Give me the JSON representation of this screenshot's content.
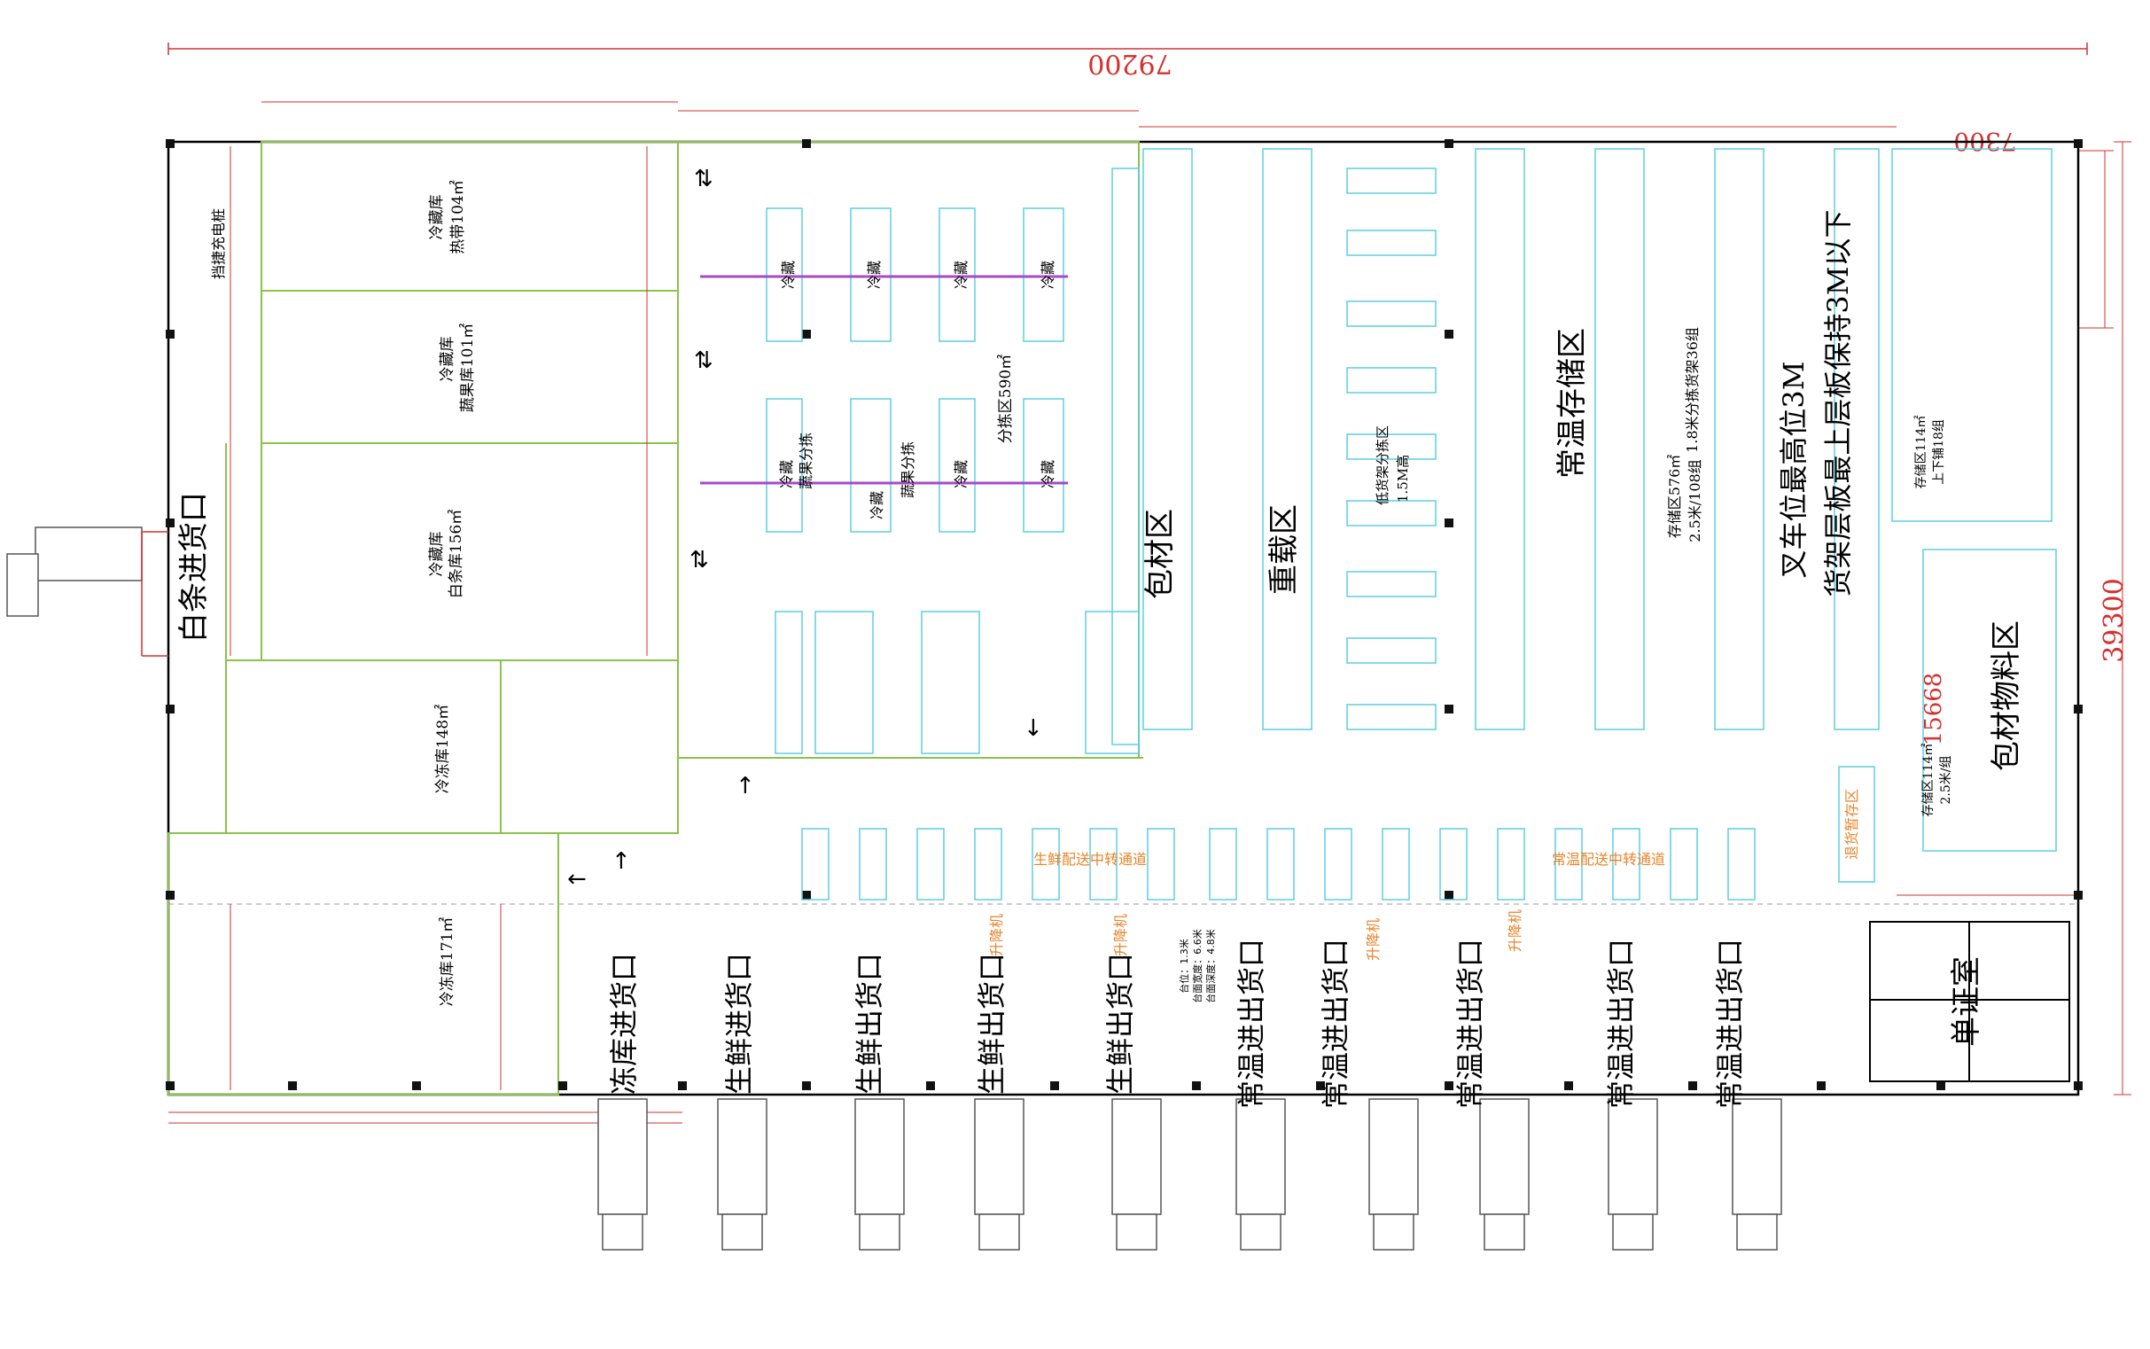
{
  "dimensions": {
    "total_width": "79200",
    "total_height": "39300",
    "right_strip": "7300",
    "right_area_height": "15668"
  },
  "zones": {
    "baitiao_inbound": "白条进货口",
    "mobile_shelves": "挡捷充电桩",
    "cold_storage_1": "冷藏库",
    "cold_storage_1_sub": "热带104㎡",
    "cold_storage_2": "冷藏库",
    "cold_storage_2_sub": "蔬果库101㎡",
    "cold_storage_3": "冷藏库",
    "cold_storage_3_sub": "白条库156㎡",
    "freezer_room": "冷冻库148㎡",
    "freezer_room_2": "冷冻库171㎡",
    "sorting_area": "分拣区590㎡",
    "packaging_area": "包材区",
    "heavy_area": "重载区",
    "ambient_storage": "常温存储区",
    "forklift_note_1": "叉车位最高位3M",
    "forklift_note_2": "货架层板最上层板保持3M以下",
    "packaging_materials": "包材物料区",
    "document_room": "单证室",
    "pallet_shelf_note": "低货架分拣区",
    "pallet_shelf_height": "1.5M高",
    "storage_note_1": "存储区576㎡",
    "storage_note_2": "2.5米/108组",
    "storage_note_3": "1.8米分拣货架36组",
    "right_storage_1": "存储区114㎡",
    "right_storage_2": "上下铺18组",
    "right_storage_3": "存储区114㎡",
    "right_storage_4": "2.5米/组",
    "rack_label_1": "冷藏",
    "rack_label_2": "冷藏",
    "rack_label_3": "冷藏",
    "rack_label_4": "冷藏",
    "rack_label_5": "冷藏",
    "rack_label_6": "冷藏",
    "rack_label_7": "冷藏",
    "rack_label_8": "冷藏",
    "fruit_sort": "蔬果分拣",
    "fruit_sort_2": "蔬果分拣",
    "lift_1": "升降机",
    "lift_2": "升降机",
    "lift_3": "升降机",
    "lift_4": "升降机",
    "fresh_transfer": "生鲜配送中转通道",
    "ambient_transfer": "常温配送中转通道",
    "lift_spec_1": "台位：1.3米",
    "lift_spec_2": "台面宽度：6.6米",
    "lift_spec_3": "台面深度：4.8米",
    "return_area": "退货暂存区"
  },
  "docks": [
    "冻库进货口",
    "生鲜进货口",
    "生鲜出货口",
    "生鲜出货口",
    "生鲜出货口",
    "常温进出货口",
    "常温进出货口",
    "常温进出货口",
    "常温进出货口",
    "常温进出货口"
  ],
  "colors": {
    "wall": "#000000",
    "rack": "#5ccfe0",
    "green_partition": "#8ac24a",
    "dimension": "#d3302e",
    "accent": "#e8842a",
    "purple": "#a64ac9"
  }
}
